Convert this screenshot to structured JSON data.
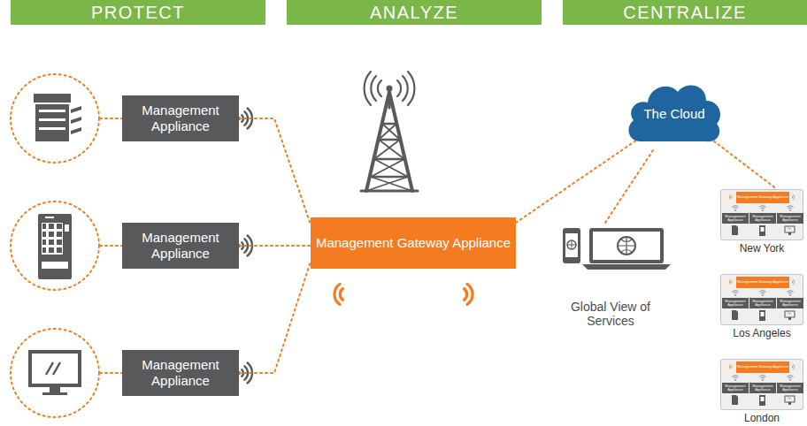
{
  "diagram": {
    "nodes": [
      {
        "text": [
          "PROTECT"
        ]
      },
      {
        "text": [
          "ANALYZE"
        ]
      },
      {
        "text": [
          "CENTRALIZE"
        ]
      },
      {
        "text": [
          "Management Appliance"
        ]
      },
      {
        "text": [
          "Management Appliance"
        ]
      },
      {
        "text": [
          "Management Appliance"
        ]
      },
      {
        "text": [
          "Management Gateway Appliance"
        ]
      },
      {
        "text": [
          "The Cloud"
        ]
      },
      {
        "text": [
          "New York"
        ]
      },
      {
        "text": [
          "Management Gateway Appliance"
        ],
        "in": 8
      },
      {
        "text": [
          "Management Appliance"
        ],
        "in": 8
      },
      {
        "text": [
          "Management Appliance"
        ],
        "in": 8
      },
      {
        "text": [
          "Management Appliance"
        ],
        "in": 8
      },
      {
        "text": [
          "Los Angeles"
        ]
      },
      {
        "text": [
          "Management Gateway Appliance"
        ],
        "in": 13
      },
      {
        "text": [
          "Management Appliance"
        ],
        "in": 13
      },
      {
        "text": [
          "Management Appliance"
        ],
        "in": 13
      },
      {
        "text": [
          "Management Appliance"
        ],
        "in": 13
      },
      {
        "text": [
          "London"
        ]
      },
      {
        "text": [
          "Management Gateway Appliance"
        ],
        "in": 18
      },
      {
        "text": [
          "Management Appliance"
        ],
        "in": 18
      },
      {
        "text": [
          "Management Appliance"
        ],
        "in": 18
      },
      {
        "text": [
          "Management Appliance"
        ],
        "in": 18
      }
    ],
    "edges": [
      {
        "from": 3,
        "to": 6,
        "arrow": "none"
      },
      {
        "from": 4,
        "to": 6,
        "arrow": "none"
      },
      {
        "from": 5,
        "to": 6,
        "arrow": "none"
      },
      {
        "from": 6,
        "to": 7,
        "arrow": "none"
      },
      {
        "from": 7,
        "to": 8,
        "arrow": "none"
      }
    ],
    "labels": [
      "Global View of Services"
    ]
  }
}
